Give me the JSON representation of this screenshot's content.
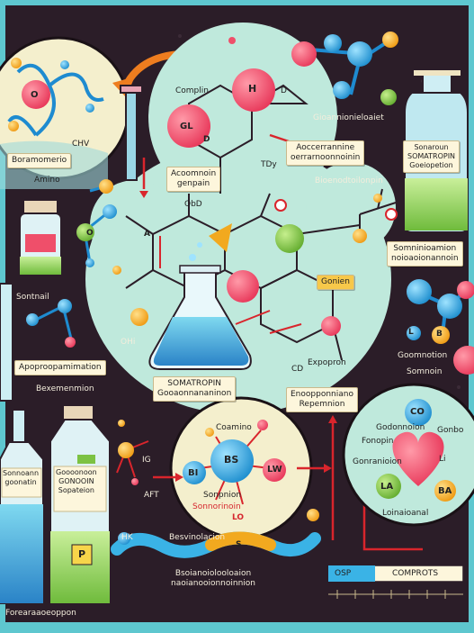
{
  "colors": {
    "frame": "#5ec7cf",
    "background": "#2b1d28",
    "central_circle": "#bfe9dc",
    "panel": "#f4efcd",
    "atom_red": "#ef4f6a",
    "atom_yellow": "#f2a91f",
    "atom_green": "#7cc243",
    "atom_blue": "#3ab3e6",
    "arrow_red": "#d9252c",
    "arrow_orange": "#ee7d1f"
  },
  "labels": {
    "top_left_panel": "Boramomerio",
    "top_left_sub": "Amino",
    "chain_note": "CHV",
    "center_compound": "Complin",
    "atom_h": "H",
    "atom_o": "O",
    "atom_gl": "GL",
    "atom_d": "D",
    "side_d": "D",
    "acronym_box_line1": "Acoomnoin",
    "acronym_box_line2": "genpain",
    "right_header_box_line1": "Aoccerrannine",
    "right_header_box_line2": "oerrarnoonnoinin",
    "right_header_top": "Gioannionieloaiet",
    "bottle_right_line1": "Sonaroun",
    "bottle_right_line2": "SOMATROPIN",
    "bottle_right_line3": "Goeiopetion",
    "bio_label": "Bioenodtoilonpin",
    "tdy": "TDy",
    "obd": "ObD",
    "right_mid_box_line1": "Somninioamion",
    "right_mid_box_line2": "noioaoionannoin",
    "left_small_label": "Sontnail",
    "apa_box": "Apoproopamimation",
    "ohi": "OHi",
    "left_sub_label": "Bexemenmion",
    "gonin_tag": "Gonien",
    "exoprroh": "Expoproh",
    "sonatropin_box_line1": "SOMATROPIN",
    "sonatropin_box_line2": "Gooaonnananinon",
    "enoomp_box_line1": "Enoopponniano",
    "enoomp_box_line2": "Repemnion",
    "right_side_label1": "Goomnotion",
    "right_side_label2": "Somnoin",
    "heart_label1": "Godonnoion",
    "heart_label2": "Gonbo",
    "heart_label3": "Fonopin",
    "heart_label4": "Li",
    "heart_label5": "Gonranioion",
    "heart_label6": "Loinaioanal",
    "atom_co": "CO",
    "atom_la": "LA",
    "atom_ba": "BA",
    "bottom_bottle1_line1": "Sonnoann",
    "bottom_bottle1_line2": "goonatin",
    "bottom_bottle2_line1": "Goooonoon",
    "bottom_bottle2_line2": "GONOOIN",
    "bottom_bottle2_line3": "Sopateion",
    "bottom_bottle2_p": "P",
    "aft": "AFT",
    "ig": "IG",
    "hk": "HK",
    "center_bottom_label1": "Coamino",
    "center_bottom_label2": "Sonpnion",
    "center_bottom_label3": "LO",
    "center_bottom_label4": "Sonnorinoin",
    "atom_bs": "BS",
    "atom_bi": "BI",
    "atom_lw": "LW",
    "desmolacion": "Besvinolacion",
    "chain_s": "S",
    "bottom_caption_line1": "Bsoianoiolooloaion",
    "bottom_caption_line2": "naoianooionnoinnion",
    "bottom_left_caption": "Forearaaoeoppon",
    "progress_start": "OSP",
    "progress_label": "COMPROTS",
    "o_label": "O",
    "a_label": "A",
    "l_label": "L",
    "b_label": "B",
    "cd_label": "CD"
  }
}
